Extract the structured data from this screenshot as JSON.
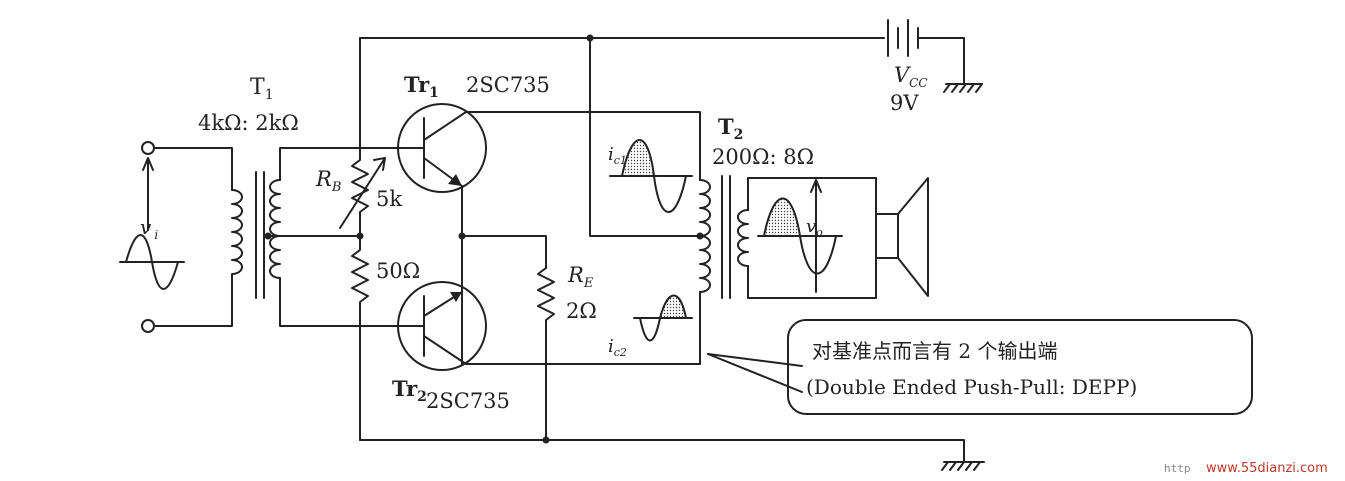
{
  "labels": {
    "t1_name": "T",
    "t1_sub": "1",
    "t1_ratio": "4kΩ: 2kΩ",
    "tr1_name": "Tr",
    "tr1_sub": "1",
    "tr1_part": "2SC735",
    "tr2_name": "Tr",
    "tr2_sub": "2",
    "tr2_part": "2SC735",
    "rb_name": "R",
    "rb_sub": "B",
    "rb_value": "5k",
    "r50_value": "50Ω",
    "re_name": "R",
    "re_sub": "E",
    "re_value": "2Ω",
    "vcc_name": "V",
    "vcc_sub": "CC",
    "vcc_value": "9V",
    "t2_name": "T",
    "t2_sub": "2",
    "t2_ratio": "200Ω: 8Ω",
    "vi_name": "v",
    "vi_sub": "i",
    "vo_name": "v",
    "vo_sub": "o",
    "ic1_name": "i",
    "ic1_sub": "c1",
    "ic2_name": "i",
    "ic2_sub": "c2"
  },
  "callout": {
    "line1": "对基准点而言有 2 个输出端",
    "line2": "(Double Ended Push-Pull: DEPP)"
  },
  "watermark": {
    "prefix": "http",
    "site": "www.55dianzi.com"
  },
  "colors": {
    "ink": "#222222",
    "watermark": "#c0392b",
    "background": "#ffffff"
  }
}
